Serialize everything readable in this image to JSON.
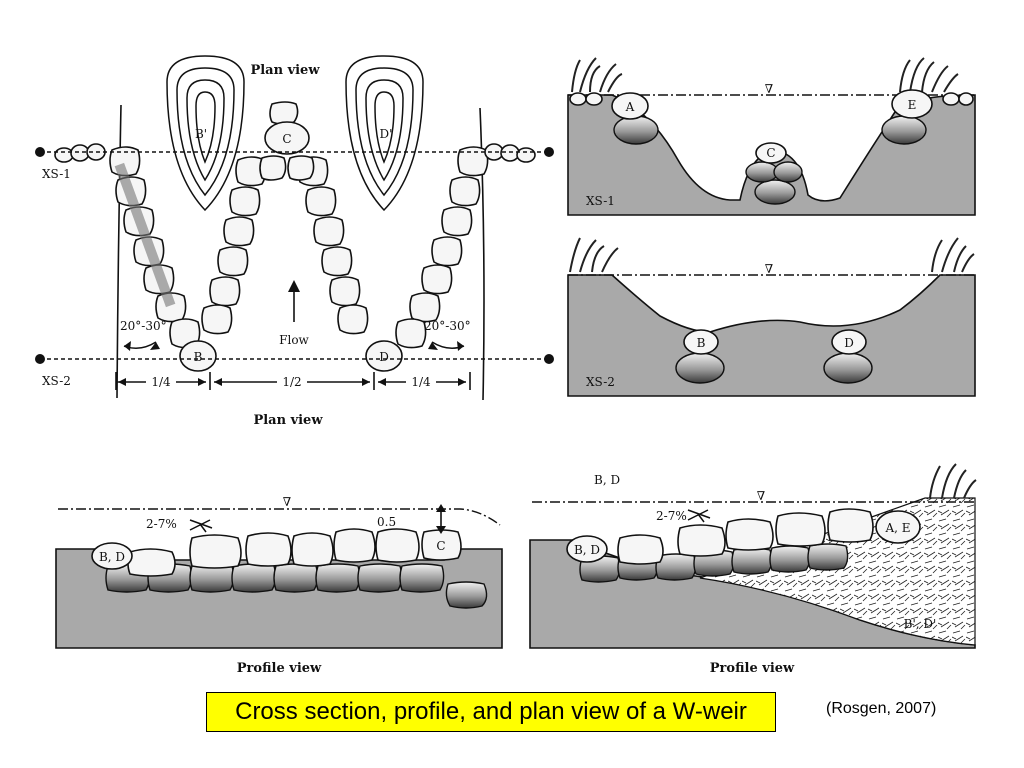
{
  "plan": {
    "title_top": "Plan view",
    "title_bottom": "Plan view",
    "xs1": "XS-1",
    "xs2": "XS-2",
    "rock_c": "C",
    "rock_b": "B",
    "rock_d": "D",
    "eddy_b": "B'",
    "eddy_d": "D'",
    "flow": "Flow",
    "angle_left": "20°-30°",
    "angle_right": "20°-30°",
    "dim_left": "1/4",
    "dim_mid": "1/2",
    "dim_right": "1/4"
  },
  "xs1": {
    "label": "XS-1",
    "rock_a": "A",
    "rock_e": "E",
    "rock_c": "C",
    "water": "∇"
  },
  "xs2": {
    "label": "XS-2",
    "rock_b": "B",
    "rock_d": "D",
    "water": "∇"
  },
  "profile_left": {
    "title": "Profile view",
    "slope": "2-7%",
    "drop": "0.5",
    "rock_bd": "B, D",
    "rock_c": "C",
    "water": "∇"
  },
  "profile_right": {
    "title": "Profile view",
    "top_label": "B, D",
    "slope": "2-7%",
    "rock_bd": "B, D",
    "rock_ae": "A, E",
    "scour": "B', D'",
    "water": "∇"
  },
  "caption": "Cross section, profile, and plan view of a W-weir",
  "citation": "(Rosgen, 2007)"
}
